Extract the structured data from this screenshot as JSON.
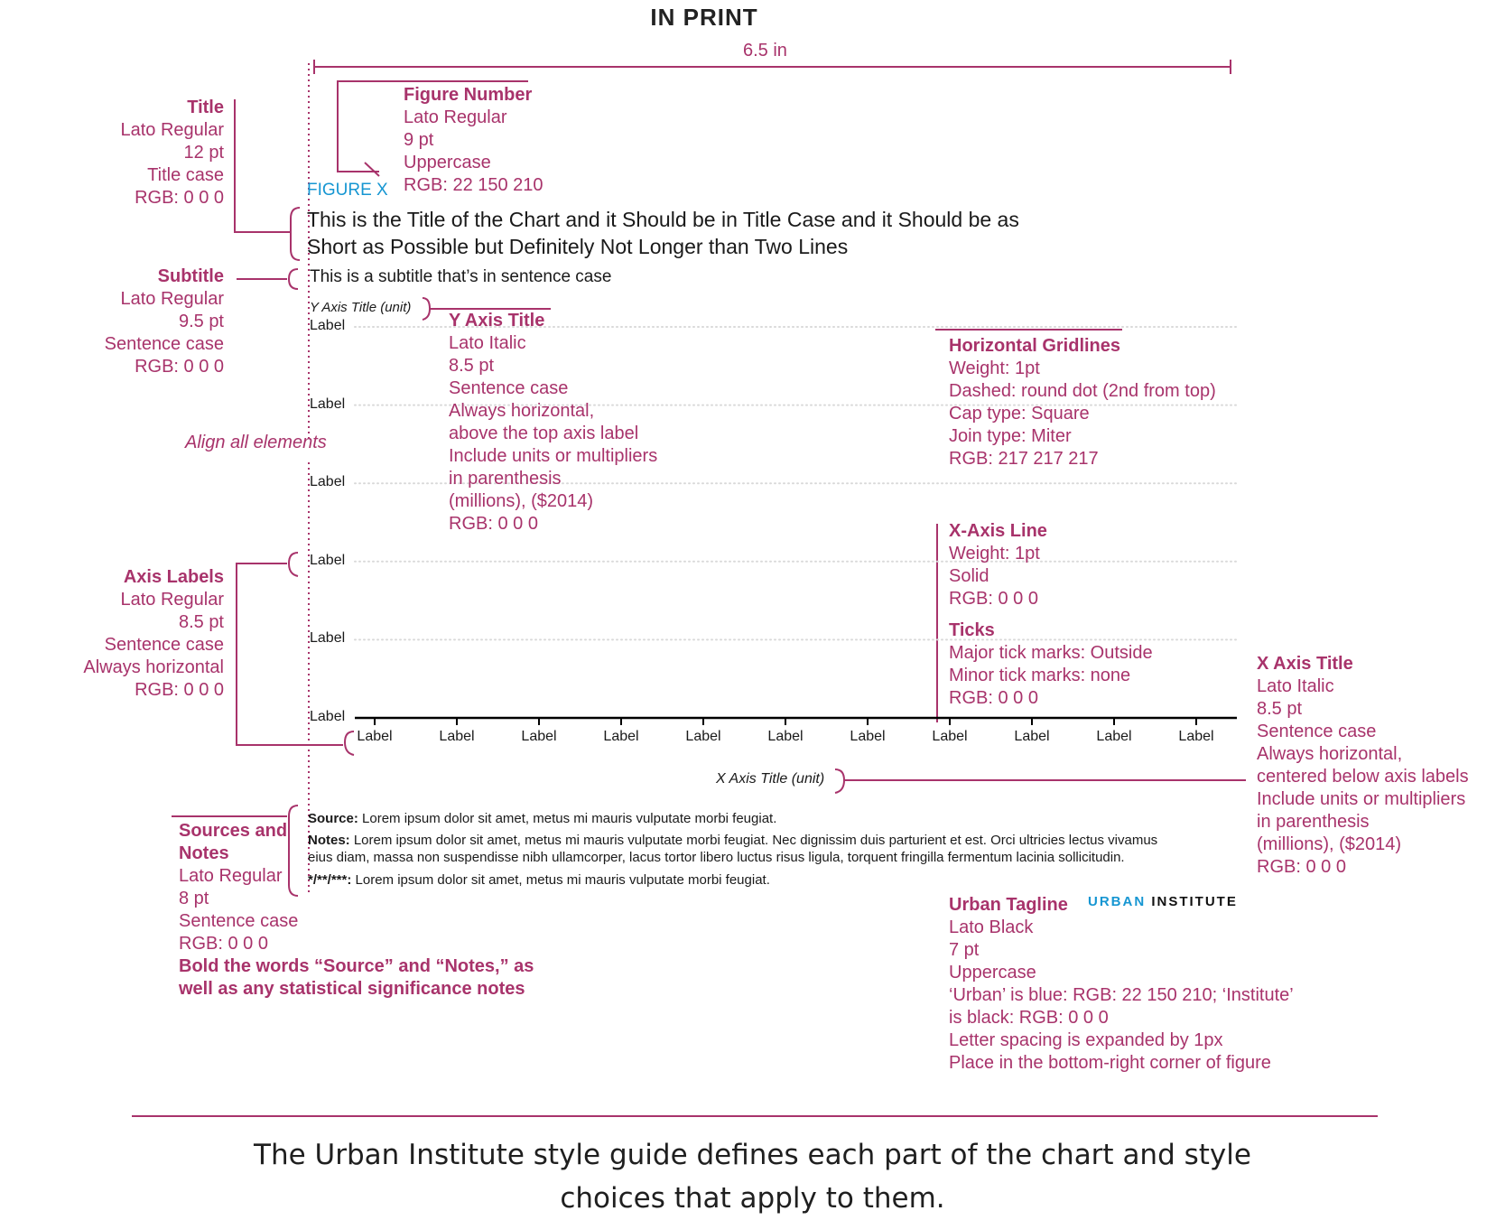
{
  "header": {
    "title": "IN PRINT",
    "width_label": "6.5 in"
  },
  "colors": {
    "annotation": "#a8336b",
    "urban_blue": "#1696d2",
    "black": "#000000",
    "gridline": "#d9d9d9"
  },
  "sample_chart": {
    "figure_number": "FIGURE X",
    "title_line1": "This is the Title of the Chart and it Should be in Title Case and it Should be as",
    "title_line2": "Short as Possible but Definitely Not Longer than Two Lines",
    "subtitle": "This is a subtitle that’s in sentence case",
    "y_axis_title": "Y Axis Title (unit)",
    "x_axis_title": "X Axis Title (unit)",
    "y_labels": [
      "Label",
      "Label",
      "Label",
      "Label",
      "Label",
      "Label"
    ],
    "x_labels": [
      "Label",
      "Label",
      "Label",
      "Label",
      "Label",
      "Label",
      "Label",
      "Label",
      "Label",
      "Label",
      "Label"
    ],
    "source_bold": "Source:",
    "source_text": " Lorem ipsum dolor sit amet, metus mi mauris vulputate morbi feugiat.",
    "notes_bold": "Notes:",
    "notes_text1": " Lorem ipsum dolor sit amet, metus mi mauris vulputate morbi feugiat. Nec dignissim duis parturient et est. Orci ultricies lectus vivamus",
    "notes_text2": "eius diam, massa non suspendisse nibh ullamcorper, lacus tortor libero luctus risus ligula, torquent fringilla fermentum lacinia sollicitudin.",
    "sig_bold": "*/**/***:",
    "sig_text": " Lorem ipsum dolor sit amet, metus mi mauris vulputate morbi feugiat.",
    "tagline_urban": "URBAN",
    "tagline_institute": "INSTITUTE"
  },
  "annotations": {
    "title": [
      "Title",
      "Lato Regular",
      "12 pt",
      "Title case",
      "RGB: 0 0 0"
    ],
    "subtitle": [
      "Subtitle",
      "Lato Regular",
      "9.5 pt",
      "Sentence case",
      "RGB: 0 0 0"
    ],
    "align": "Align all elements",
    "axis_labels": [
      "Axis Labels",
      "Lato Regular",
      "8.5 pt",
      "Sentence case",
      "Always horizontal",
      "RGB: 0 0 0"
    ],
    "sources_notes": [
      "Sources and",
      "Notes",
      "Lato Regular",
      "8 pt",
      "Sentence case",
      "RGB: 0 0 0",
      "Bold the words “Source” and “Notes,” as",
      "well as any statistical significance notes"
    ],
    "figure_number": [
      "Figure Number",
      "Lato Regular",
      "9 pt",
      "Uppercase",
      "RGB: 22 150 210"
    ],
    "y_axis_title": [
      "Y Axis Title",
      "Lato Italic",
      "8.5 pt",
      "Sentence case",
      "Always horizontal,",
      "above the top axis label",
      "Include units or multipliers",
      "in parenthesis",
      "(millions), ($2014)",
      "RGB: 0 0 0"
    ],
    "gridlines": [
      "Horizontal Gridlines",
      "Weight: 1pt",
      "Dashed: round dot (2nd from top)",
      "Cap type: Square",
      "Join type: Miter",
      "RGB: 217 217 217"
    ],
    "x_axis_line": [
      "X-Axis Line",
      "Weight: 1pt",
      "Solid",
      "RGB: 0 0 0"
    ],
    "ticks": [
      "Ticks",
      "Major tick marks: Outside",
      "Minor tick marks: none",
      "RGB: 0 0 0"
    ],
    "x_axis_title": [
      "X Axis Title",
      "Lato Italic",
      "8.5 pt",
      "Sentence case",
      "Always horizontal,",
      "centered below axis labels",
      "Include units or multipliers",
      "in parenthesis",
      "(millions), ($2014)",
      "RGB: 0 0 0"
    ],
    "tagline": [
      "Urban Tagline",
      "Lato Black",
      "7 pt",
      "Uppercase",
      "‘Urban’ is blue: RGB: 22 150 210; ‘Institute’",
      "is black: RGB: 0 0 0",
      "Letter spacing is expanded by 1px",
      "Place in the bottom-right corner of figure"
    ]
  },
  "caption": {
    "line1": "The Urban Institute style guide defines each part of the chart and style",
    "line2": "choices that apply to them."
  }
}
